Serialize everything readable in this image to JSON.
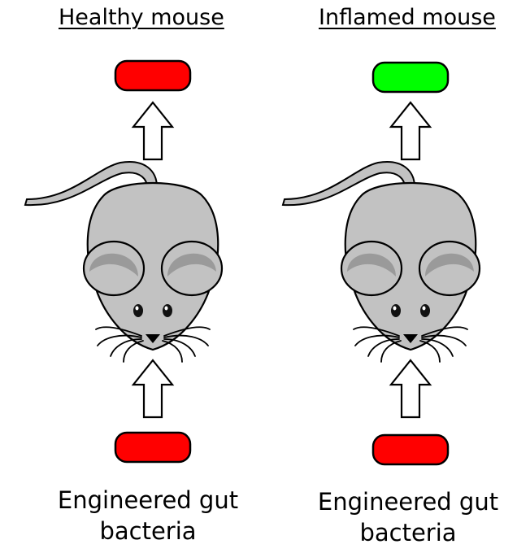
{
  "panels": [
    {
      "title": "Healthy mouse",
      "output_bacterium_color": "#ff0000",
      "input_bacterium_color": "#ff0000",
      "caption_line1": "Engineered gut",
      "caption_line2": "bacteria"
    },
    {
      "title": "Inflamed mouse",
      "output_bacterium_color": "#00ff00",
      "input_bacterium_color": "#ff0000",
      "caption_line1": "Engineered gut",
      "caption_line2": "bacteria"
    }
  ],
  "colors": {
    "mouse_body": "#c2c2c2",
    "mouse_ear_inner": "#9a9a9a",
    "outline": "#000000",
    "arrow_fill": "#ffffff"
  },
  "icons": [
    "mouse-icon",
    "up-arrow-icon",
    "bacterium-icon"
  ]
}
